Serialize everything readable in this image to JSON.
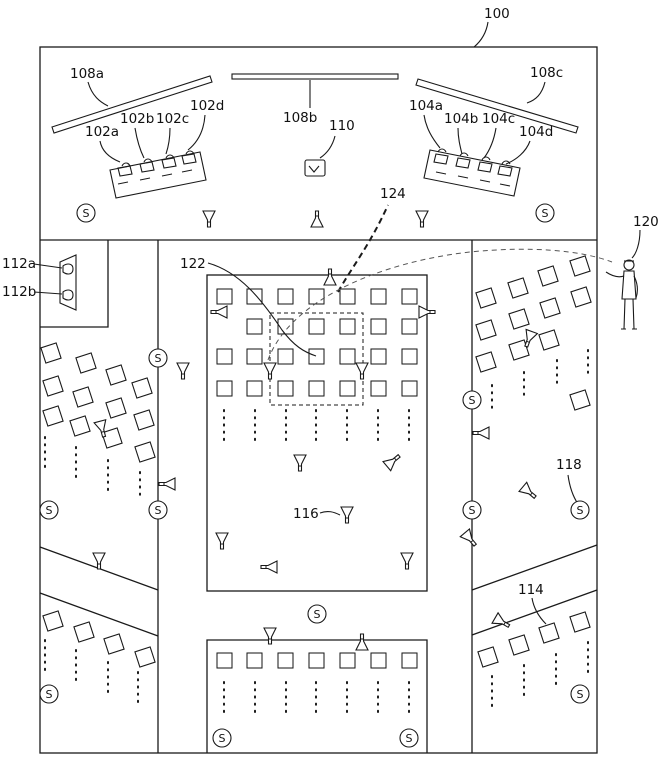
{
  "labels": {
    "facility": "100",
    "light_a": "108a",
    "light_b": "108b",
    "light_c": "108c",
    "station_a1": "102a",
    "station_a2": "102b",
    "station_a3": "102c",
    "station_a4": "102d",
    "station_b1": "104a",
    "station_b2": "104b",
    "station_b3": "104c",
    "station_b4": "104d",
    "hub": "110",
    "gate_a": "112a",
    "gate_b": "112b",
    "operator": "120",
    "target_grid": "122",
    "zone": "124",
    "sensor_ref": "118",
    "camera_ref": "116",
    "cluster_ref": "114"
  },
  "sensor_symbol": "S"
}
